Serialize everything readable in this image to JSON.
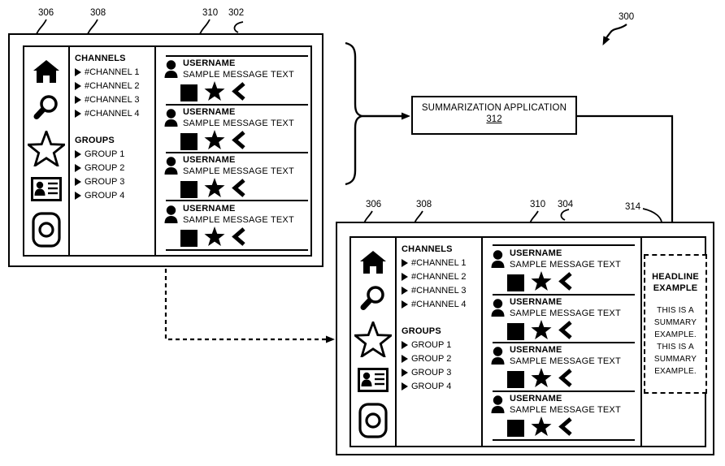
{
  "figure_ref": "300",
  "summarizer": {
    "label": "SUMMARIZATION APPLICATION",
    "ref": "312"
  },
  "colors": {
    "ink": "#000000",
    "background": "#ffffff"
  },
  "icons": {
    "sidebar": [
      "home-icon",
      "search-icon",
      "star-icon",
      "contacts-icon",
      "camera-icon"
    ],
    "message_actions": [
      "square-icon",
      "star-icon",
      "share-angle-icon"
    ],
    "avatar": "person-icon",
    "list_bullet": "triangle-right-icon"
  },
  "windows": [
    {
      "refs": {
        "sidebar": "306",
        "nav": "308",
        "messages": "310",
        "window": "302"
      },
      "nav": {
        "channels_title": "CHANNELS",
        "channels": [
          "#CHANNEL 1",
          "#CHANNEL 2",
          "#CHANNEL 3",
          "#CHANNEL 4"
        ],
        "groups_title": "GROUPS",
        "groups": [
          "GROUP 1",
          "GROUP 2",
          "GROUP 3",
          "GROUP 4"
        ]
      },
      "messages": [
        {
          "username": "USERNAME",
          "text": "SAMPLE MESSAGE TEXT"
        },
        {
          "username": "USERNAME",
          "text": "SAMPLE MESSAGE TEXT"
        },
        {
          "username": "USERNAME",
          "text": "SAMPLE MESSAGE TEXT"
        },
        {
          "username": "USERNAME",
          "text": "SAMPLE MESSAGE TEXT"
        }
      ]
    },
    {
      "refs": {
        "sidebar": "306",
        "nav": "308",
        "messages": "310",
        "window": "304",
        "summary": "314"
      },
      "nav": {
        "channels_title": "CHANNELS",
        "channels": [
          "#CHANNEL 1",
          "#CHANNEL 2",
          "#CHANNEL 3",
          "#CHANNEL 4"
        ],
        "groups_title": "GROUPS",
        "groups": [
          "GROUP 1",
          "GROUP 2",
          "GROUP 3",
          "GROUP 4"
        ]
      },
      "messages": [
        {
          "username": "USERNAME",
          "text": "SAMPLE MESSAGE TEXT"
        },
        {
          "username": "USERNAME",
          "text": "SAMPLE MESSAGE TEXT"
        },
        {
          "username": "USERNAME",
          "text": "SAMPLE MESSAGE TEXT"
        },
        {
          "username": "USERNAME",
          "text": "SAMPLE MESSAGE TEXT"
        }
      ],
      "summary": {
        "headline": "HEADLINE EXAMPLE",
        "body": "THIS IS A SUMMARY EXAMPLE. THIS IS A SUMMARY EXAMPLE."
      }
    }
  ]
}
